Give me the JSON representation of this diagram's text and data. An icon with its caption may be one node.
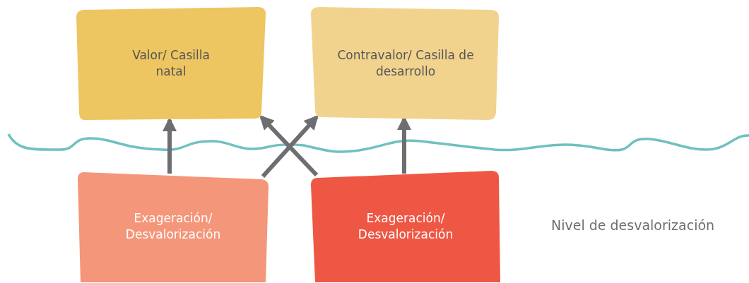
{
  "diagram": {
    "nodes": [
      {
        "text": [
          "Valor/ Casilla natal"
        ]
      },
      {
        "text": [
          "Contravalor/ Casilla de desarrollo"
        ]
      },
      {
        "text": [
          "Exageración/ Desvalorización"
        ]
      },
      {
        "text": [
          "Exageración/ Desvalorización"
        ]
      }
    ],
    "edges": [
      {
        "from": 2,
        "to": 0,
        "arrow": "to"
      },
      {
        "from": 2,
        "to": 1,
        "arrow": "to"
      },
      {
        "from": 3,
        "to": 0,
        "arrow": "to"
      },
      {
        "from": 3,
        "to": 1,
        "arrow": "to"
      }
    ],
    "labels": [
      "Nivel de desvalorización"
    ]
  }
}
